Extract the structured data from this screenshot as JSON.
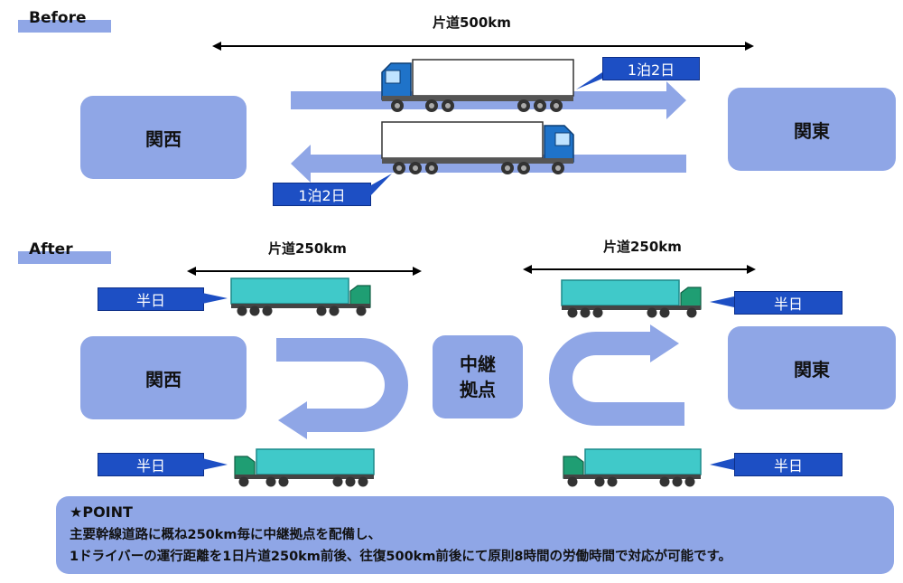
{
  "before": {
    "section_label": "Before",
    "distance": "片道500km",
    "region_west": "関西",
    "region_east": "関東",
    "duration_outbound": "1泊2日",
    "duration_return": "1泊2日"
  },
  "after": {
    "section_label": "After",
    "distance_left": "片道250km",
    "distance_right": "片道250km",
    "region_west": "関西",
    "region_east": "関東",
    "relay_hub": "中継\n拠点",
    "duration_left_top": "半日",
    "duration_left_bottom": "半日",
    "duration_right_top": "半日",
    "duration_right_bottom": "半日"
  },
  "point": {
    "title": "★POINT",
    "line1": "主要幹線道路に概ね250km毎に中継拠点を配備し、",
    "line2": "1ドライバーの運行距離を1日片道250km前後、往復500km前後にて原則8時間の労働時間で対応が可能です。"
  },
  "colors": {
    "region": "#8fa6e6",
    "callout": "#1d4fc4",
    "truck_blue": "#1f73c9",
    "truck_teal": "#40c9c9"
  }
}
